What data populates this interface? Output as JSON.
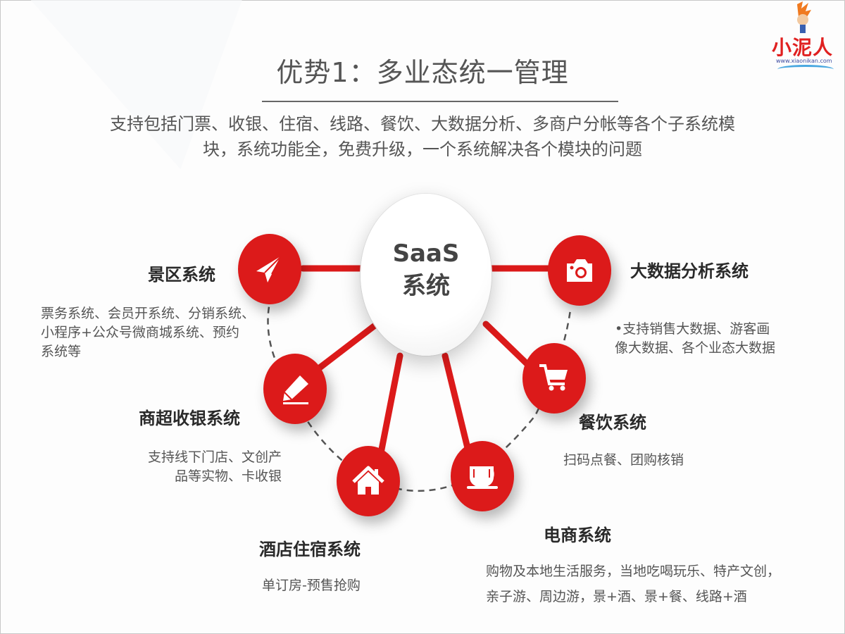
{
  "logo": {
    "text": "小泥人",
    "url": "www.xiaonikan.com"
  },
  "header": {
    "title": "优势1：多业态统一管理",
    "subtitle_line1": "支持包括门票、收银、住宿、线路、餐饮、大数据分析、多商户分帐等各个子系统模",
    "subtitle_line2": "块，系统功能全，免费升级，一个系统解决各个模块的问题"
  },
  "hub": {
    "line1": "SaaS",
    "line2": "系统"
  },
  "colors": {
    "accent": "#dc1a1a",
    "text_dark": "#2a2a2a",
    "text_body": "#555555"
  },
  "nodes": [
    {
      "label": "景区系统",
      "icon": "paper-plane-icon",
      "desc": [
        "票务系统、会员开系统、分销系统、",
        "小程序+公众号微商城系统、预约",
        "系统等"
      ]
    },
    {
      "label": "大数据分析系统",
      "icon": "camera-icon",
      "desc": [
        "•支持销售大数据、游客画",
        "像大数据、各个业态大数据"
      ]
    },
    {
      "label": "商超收银系统",
      "icon": "pencil-icon",
      "desc": [
        "支持线下门店、文创产",
        "品等实物、卡收银"
      ]
    },
    {
      "label": "餐饮系统",
      "icon": "shopping-cart-icon",
      "desc": [
        "扫码点餐、团购核销"
      ]
    },
    {
      "label": "酒店住宿系统",
      "icon": "house-icon",
      "desc": [
        "单订房-预售抢购"
      ]
    },
    {
      "label": "电商系统",
      "icon": "coffee-cup-icon",
      "desc": [
        "购物及本地生活服务，当地吃喝玩乐、特产文创，",
        "亲子游、周边游，景+酒、景+餐、线路+酒"
      ]
    }
  ]
}
